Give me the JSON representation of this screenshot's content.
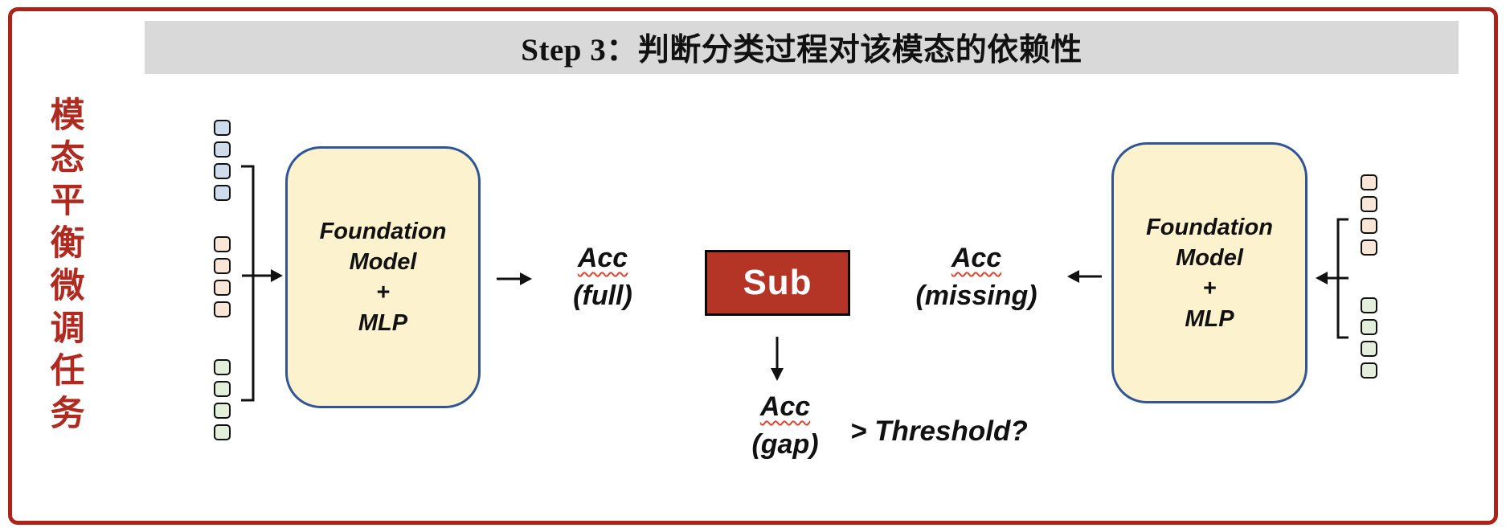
{
  "palette": {
    "frame_red": "#AE2318",
    "accent_red": "#B02A20",
    "sub_red": "#B43425",
    "header_gray": "#D9D9D9",
    "box_cream": "#FDF2CE",
    "box_border_blue": "#2F5597",
    "token_blue": "#CEDCEB",
    "token_peach": "#FAE6D6",
    "token_green": "#E3EFDB"
  },
  "header": {
    "title": "Step 3：判断分类过程对该模态的依赖性"
  },
  "side_label": {
    "text": "模态平衡微调任务"
  },
  "left_model": {
    "lines": "Foundation\nModel\n+\nMLP"
  },
  "right_model": {
    "lines": "Foundation\nModel\n+\nMLP"
  },
  "acc_full": {
    "word": "Acc",
    "qualifier": "(full)"
  },
  "acc_missing": {
    "word": "Acc",
    "qualifier": "(missing)"
  },
  "acc_gap": {
    "word": "Acc",
    "qualifier": "(gap)"
  },
  "labels": {
    "sub": "Sub",
    "threshold": "> Threshold?"
  },
  "tokens": {
    "left": [
      {
        "name": "modality-a",
        "color": "#CEDCEB",
        "count": 4
      },
      {
        "name": "modality-b",
        "color": "#FAE6D6",
        "count": 4
      },
      {
        "name": "modality-c",
        "color": "#E3EFDB",
        "count": 4
      }
    ],
    "right": [
      {
        "name": "modality-b",
        "color": "#FAE6D6",
        "count": 4
      },
      {
        "name": "modality-c",
        "color": "#E3EFDB",
        "count": 4
      }
    ]
  }
}
